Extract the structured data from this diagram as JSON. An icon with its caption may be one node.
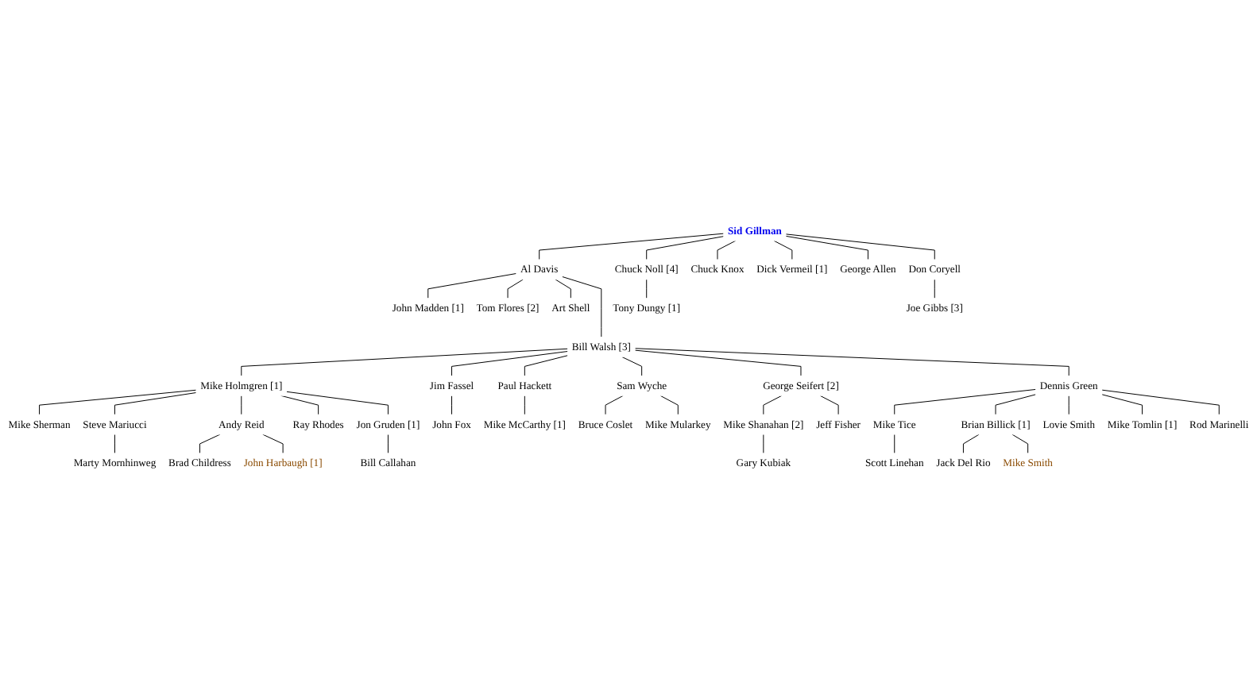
{
  "diagram": {
    "nodes": [
      {
        "text": [
          "Sid Gillman"
        ]
      },
      {
        "text": [
          "Al Davis"
        ]
      },
      {
        "text": [
          "Chuck Noll [4]"
        ]
      },
      {
        "text": [
          "Chuck Knox"
        ]
      },
      {
        "text": [
          "Dick Vermeil [1]"
        ]
      },
      {
        "text": [
          "George Allen"
        ]
      },
      {
        "text": [
          "Don Coryell"
        ]
      },
      {
        "text": [
          "John Madden [1]"
        ]
      },
      {
        "text": [
          "Tom Flores [2]"
        ]
      },
      {
        "text": [
          "Art Shell"
        ]
      },
      {
        "text": [
          "Tony Dungy [1]"
        ]
      },
      {
        "text": [
          "Joe Gibbs [3]"
        ]
      },
      {
        "text": [
          "Bill Walsh [3]"
        ]
      },
      {
        "text": [
          "Mike Holmgren [1]"
        ]
      },
      {
        "text": [
          "Jim Fassel"
        ]
      },
      {
        "text": [
          "Paul Hackett"
        ]
      },
      {
        "text": [
          "Sam Wyche"
        ]
      },
      {
        "text": [
          "George Seifert [2]"
        ]
      },
      {
        "text": [
          "Dennis Green"
        ]
      },
      {
        "text": [
          "John Fox"
        ]
      },
      {
        "text": [
          "Mike McCarthy [1]"
        ]
      },
      {
        "text": [
          "Mike Sherman"
        ]
      },
      {
        "text": [
          "Steve Mariucci"
        ]
      },
      {
        "text": [
          "Andy Reid"
        ]
      },
      {
        "text": [
          "Ray Rhodes"
        ]
      },
      {
        "text": [
          "Jon Gruden [1]"
        ]
      },
      {
        "text": [
          "Mike Shanahan [2]"
        ]
      },
      {
        "text": [
          "Jeff Fisher"
        ]
      },
      {
        "text": [
          "Mike Tice"
        ]
      },
      {
        "text": [
          "Brian Billick [1]"
        ]
      },
      {
        "text": [
          "Gary Kubiak"
        ]
      },
      {
        "text": [
          "Scott Linehan"
        ]
      },
      {
        "text": [
          "Jack Del Rio"
        ]
      },
      {
        "text": [
          "Mike Smith"
        ]
      },
      {
        "text": [
          "Bill Callahan"
        ]
      },
      {
        "text": [
          "Marty Mornhinweg"
        ]
      },
      {
        "text": [
          "Brad Childress"
        ]
      },
      {
        "text": [
          "John Harbaugh [1]"
        ]
      },
      {
        "text": [
          "Bruce Coslet"
        ]
      },
      {
        "text": [
          "Mike Mularkey"
        ]
      },
      {
        "text": [
          "Lovie Smith"
        ]
      },
      {
        "text": [
          "Mike Tomlin [1]"
        ]
      },
      {
        "text": [
          "Rod Marinelli"
        ]
      }
    ],
    "edges": [
      {
        "from": 0,
        "to": 1,
        "arrow": "none"
      },
      {
        "from": 0,
        "to": 2,
        "arrow": "none"
      },
      {
        "from": 0,
        "to": 3,
        "arrow": "none"
      },
      {
        "from": 0,
        "to": 4,
        "arrow": "none"
      },
      {
        "from": 0,
        "to": 5,
        "arrow": "none"
      },
      {
        "from": 0,
        "to": 6,
        "arrow": "none"
      },
      {
        "from": 1,
        "to": 7,
        "arrow": "none"
      },
      {
        "from": 1,
        "to": 8,
        "arrow": "none"
      },
      {
        "from": 1,
        "to": 9,
        "arrow": "none"
      },
      {
        "from": 1,
        "to": 12,
        "arrow": "none"
      },
      {
        "from": 2,
        "to": 10,
        "arrow": "none"
      },
      {
        "from": 6,
        "to": 11,
        "arrow": "none"
      },
      {
        "from": 12,
        "to": 13,
        "arrow": "none"
      },
      {
        "from": 12,
        "to": 14,
        "arrow": "none"
      },
      {
        "from": 12,
        "to": 15,
        "arrow": "none"
      },
      {
        "from": 12,
        "to": 16,
        "arrow": "none"
      },
      {
        "from": 12,
        "to": 17,
        "arrow": "none"
      },
      {
        "from": 12,
        "to": 18,
        "arrow": "none"
      },
      {
        "from": 14,
        "to": 19,
        "arrow": "none"
      },
      {
        "from": 15,
        "to": 20,
        "arrow": "none"
      },
      {
        "from": 13,
        "to": 21,
        "arrow": "none"
      },
      {
        "from": 13,
        "to": 22,
        "arrow": "none"
      },
      {
        "from": 13,
        "to": 23,
        "arrow": "none"
      },
      {
        "from": 13,
        "to": 24,
        "arrow": "none"
      },
      {
        "from": 13,
        "to": 25,
        "arrow": "none"
      },
      {
        "from": 17,
        "to": 26,
        "arrow": "none"
      },
      {
        "from": 17,
        "to": 27,
        "arrow": "none"
      },
      {
        "from": 18,
        "to": 28,
        "arrow": "none"
      },
      {
        "from": 18,
        "to": 29,
        "arrow": "none"
      },
      {
        "from": 26,
        "to": 30,
        "arrow": "none"
      },
      {
        "from": 28,
        "to": 31,
        "arrow": "none"
      },
      {
        "from": 29,
        "to": 32,
        "arrow": "none"
      },
      {
        "from": 29,
        "to": 33,
        "arrow": "none"
      },
      {
        "from": 25,
        "to": 34,
        "arrow": "none"
      },
      {
        "from": 22,
        "to": 35,
        "arrow": "none"
      },
      {
        "from": 23,
        "to": 36,
        "arrow": "none"
      },
      {
        "from": 23,
        "to": 37,
        "arrow": "none"
      },
      {
        "from": 16,
        "to": 38,
        "arrow": "none"
      },
      {
        "from": 16,
        "to": 39,
        "arrow": "none"
      },
      {
        "from": 18,
        "to": 40,
        "arrow": "none"
      },
      {
        "from": 18,
        "to": 41,
        "arrow": "none"
      },
      {
        "from": 18,
        "to": 42,
        "arrow": "none"
      }
    ]
  }
}
